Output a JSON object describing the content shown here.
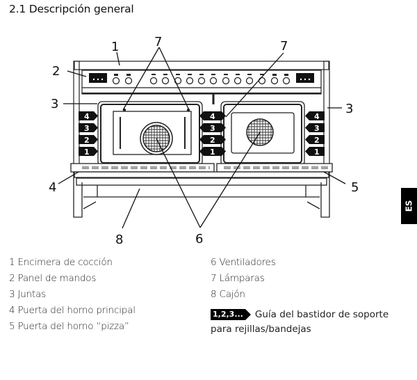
{
  "section": {
    "title": "2.1 Descripción general"
  },
  "language_tab": "ES",
  "diagram": {
    "callouts": {
      "c1": "1",
      "c2": "2",
      "c3_left": "3",
      "c3_right": "3",
      "c4": "4",
      "c5": "5",
      "c6": "6",
      "c7_left": "7",
      "c7_right": "7",
      "c8": "8"
    },
    "rack_levels": [
      "4",
      "3",
      "2",
      "1"
    ]
  },
  "legend": {
    "left": [
      "1 Encimera de cocción",
      "2 Panel de mandos",
      "3 Juntas",
      "4 Puerta del horno principal",
      "5 Puerta del horno “pizza”"
    ],
    "right": [
      "6 Ventiladores",
      "7 Lámparas",
      "8 Cajón"
    ],
    "guide": {
      "badge": "1,2,3...",
      "text": "Guía del bastidor de soporte para rejillas/bandejas"
    }
  }
}
